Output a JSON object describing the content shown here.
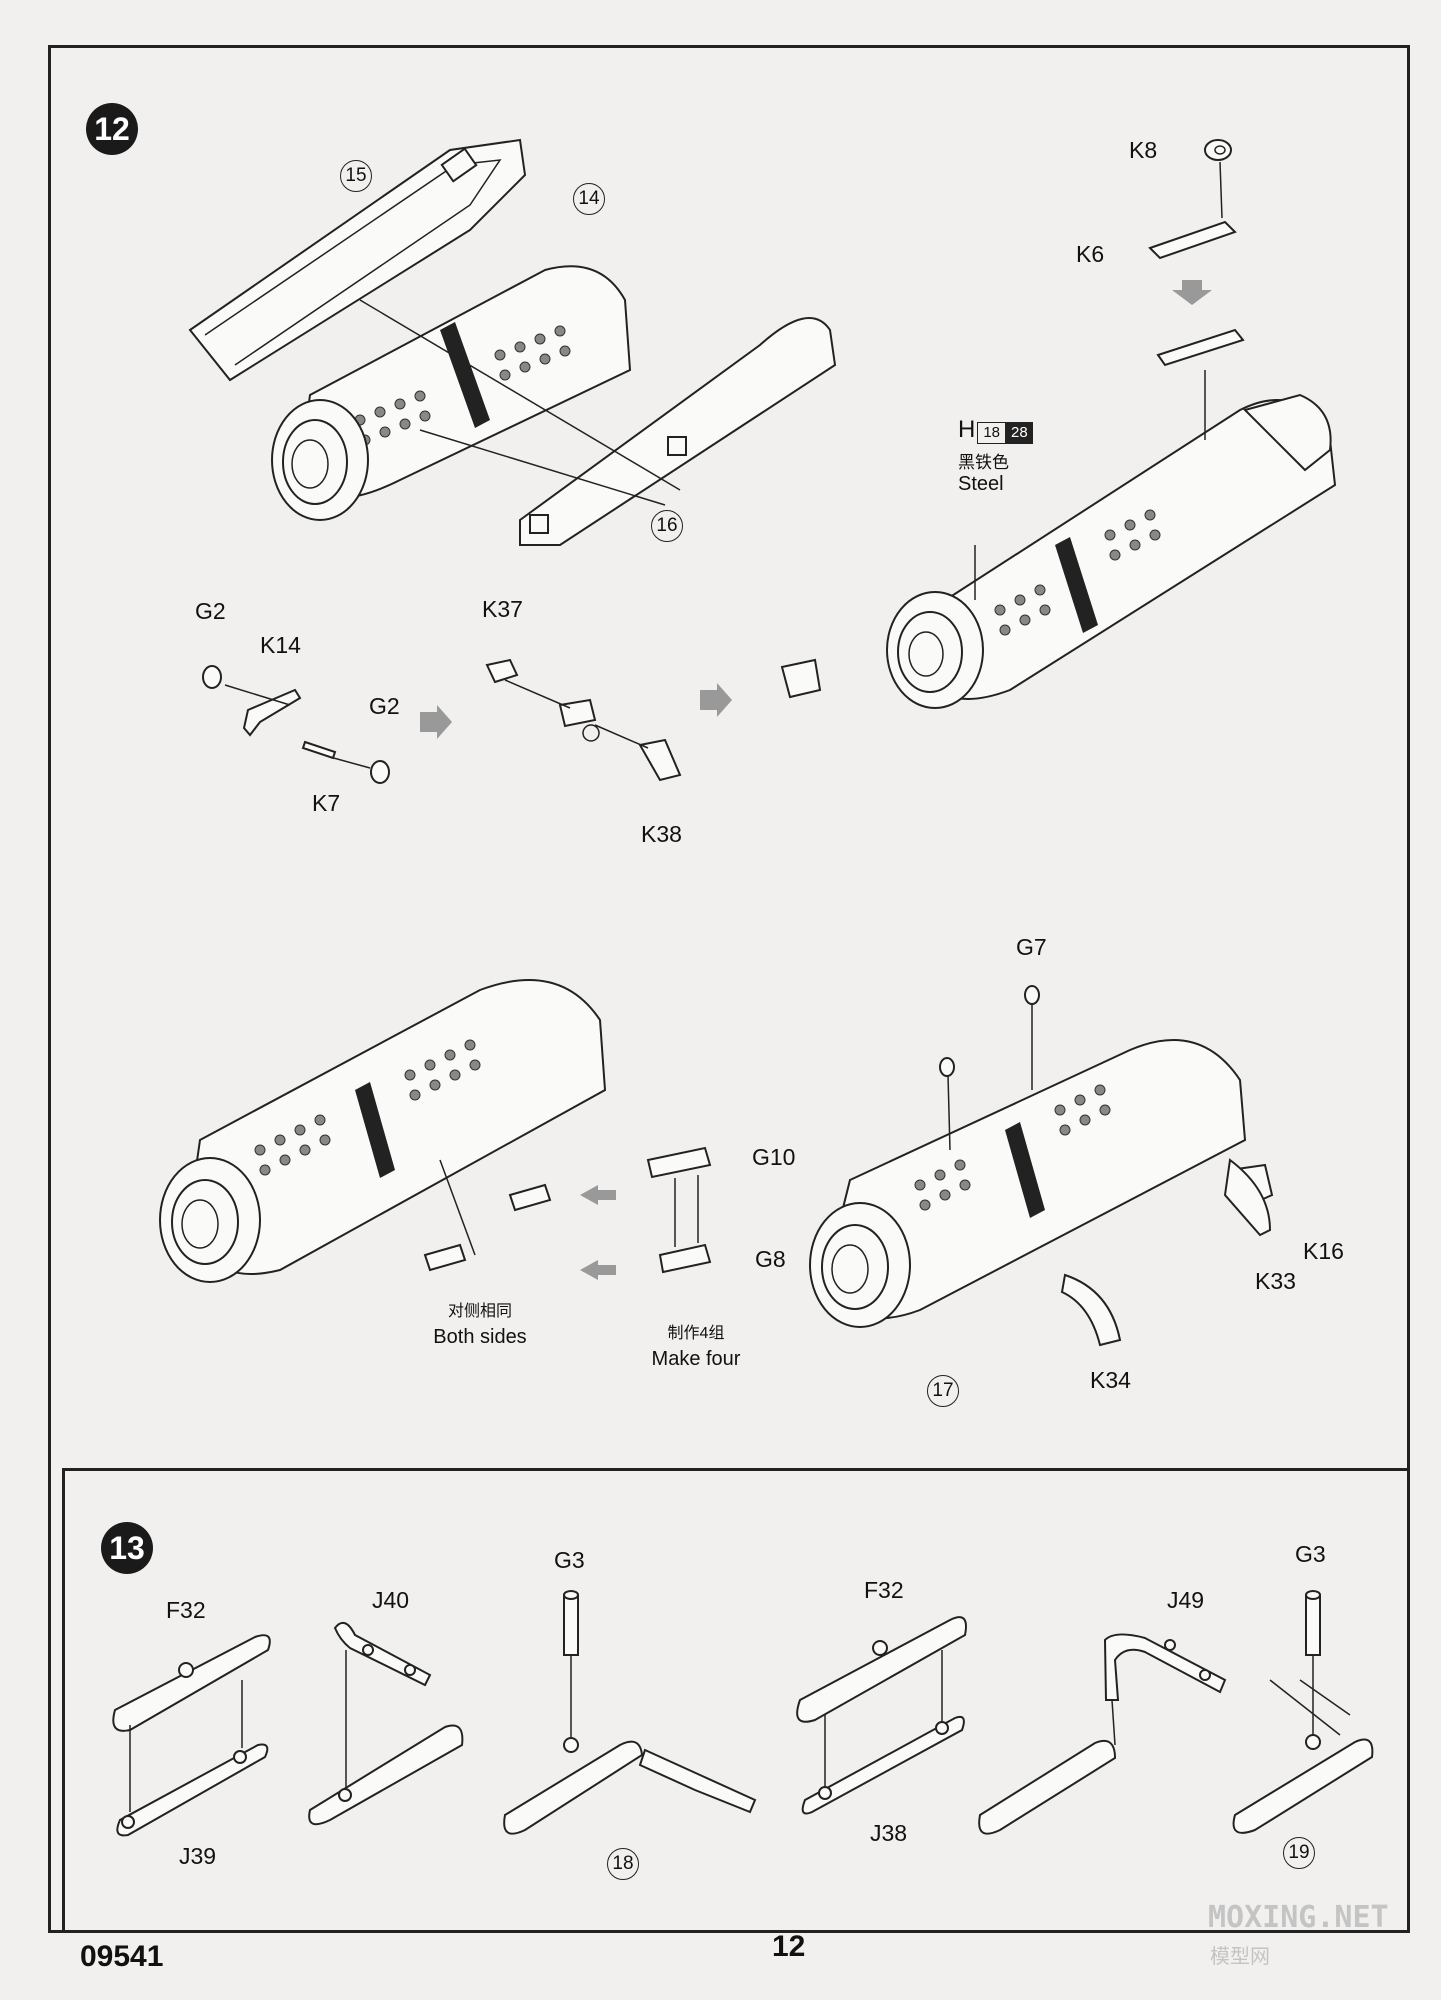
{
  "footer": {
    "code": "09541",
    "page": "12"
  },
  "watermark": {
    "site": "MOXING.NET",
    "cn": "模型网"
  },
  "step12": {
    "number": "12",
    "callouts": [
      "15",
      "14",
      "16",
      "17"
    ],
    "labels": {
      "K8": "K8",
      "K6": "K6",
      "G2a": "G2",
      "K14": "K14",
      "G2b": "G2",
      "K7": "K7",
      "K37": "K37",
      "K38": "K38",
      "G7": "G7",
      "G10": "G10",
      "G8": "G8",
      "K16": "K16",
      "K33": "K33",
      "K34": "K34"
    },
    "paint": {
      "letter": "H",
      "code1": "18",
      "code2": "28",
      "cn": "黑铁色",
      "en": "Steel"
    },
    "both_sides": {
      "cn": "对侧相同",
      "en": "Both sides"
    },
    "make_four": {
      "cn": "制作4组",
      "en": "Make four"
    }
  },
  "step13": {
    "number": "13",
    "labels": {
      "F32a": "F32",
      "J39": "J39",
      "J40": "J40",
      "G3a": "G3",
      "F32b": "F32",
      "J38": "J38",
      "J49": "J49",
      "G3b": "G3"
    },
    "callouts": [
      "18",
      "19"
    ]
  },
  "icons": [
    "flow-arrow-icon",
    "step-circle-icon"
  ]
}
